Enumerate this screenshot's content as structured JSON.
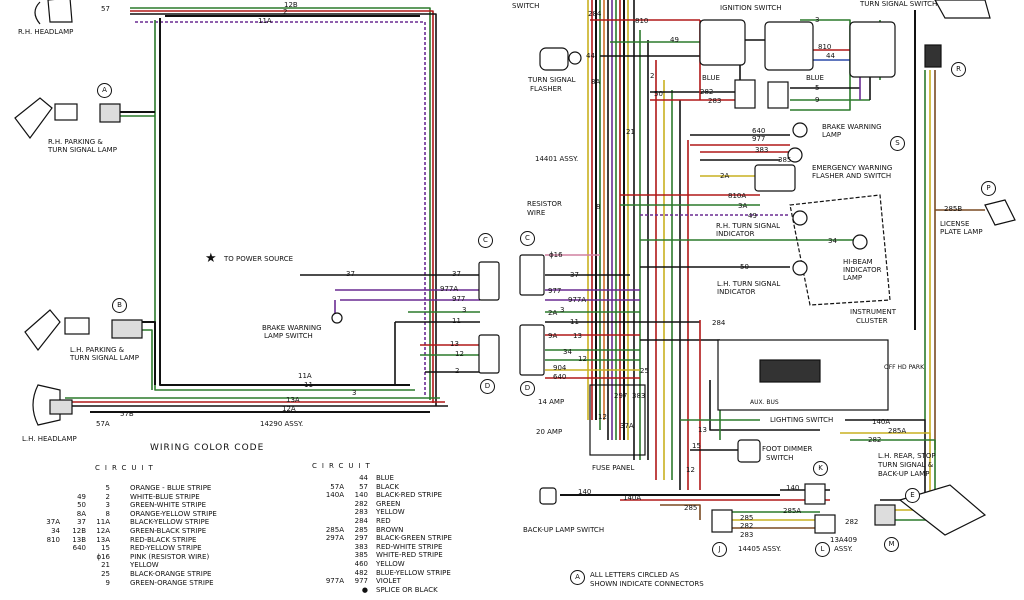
{
  "labels": {
    "rh_headlamp": "R.H. HEADLAMP",
    "rh_parking_1": "R.H. PARKING &",
    "rh_parking_2": "TURN SIGNAL LAMP",
    "to_power_source": "TO POWER SOURCE",
    "brake_warning_switch_1": "BRAKE WARNING",
    "brake_warning_switch_2": "LAMP SWITCH",
    "lh_parking_1": "L.H. PARKING &",
    "lh_parking_2": "TURN SIGNAL LAMP",
    "lh_headlamp": "L.H. HEADLAMP",
    "assy_14290": "14290 ASSY.",
    "switch_top": "SWITCH",
    "turn_signal_flasher_1": "TURN SIGNAL",
    "turn_signal_flasher_2": "FLASHER",
    "ignition_switch": "IGNITION SWITCH",
    "turn_signal_switch": "TURN SIGNAL SWITCH",
    "blue_1": "BLUE",
    "blue_2": "BLUE",
    "assy_14401": "14401 ASSY.",
    "resistor_wire_1": "RESISTOR",
    "resistor_wire_2": "WIRE",
    "brake_warning_lamp_1": "BRAKE WARNING",
    "brake_warning_lamp_2": "LAMP",
    "emergency_1": "EMERGENCY WARNING",
    "emergency_2": "FLASHER AND SWITCH",
    "rh_turn_ind_1": "R.H. TURN SIGNAL",
    "rh_turn_ind_2": "INDICATOR",
    "hibeam_1": "HI-BEAM",
    "hibeam_2": "INDICATOR",
    "hibeam_3": "LAMP",
    "lh_turn_ind_1": "L.H. TURN SIGNAL",
    "lh_turn_ind_2": "INDICATOR",
    "instrument_1": "INSTRUMENT",
    "instrument_2": "CLUSTER",
    "license_1": "LICENSE",
    "license_2": "PLATE LAMP",
    "lighting_switch": "LIGHTING SWITCH",
    "aux_bus": "AUX. BUS",
    "off_hd_park": "OFF HD PARK",
    "amp14": "14 AMP",
    "amp20": "20 AMP",
    "fuse_panel": "FUSE PANEL",
    "foot_dimmer_1": "FOOT DIMMER",
    "foot_dimmer_2": "SWITCH",
    "lh_rear_1": "L.H. REAR, STOP",
    "lh_rear_2": "TURN SIGNAL &",
    "lh_rear_3": "BACK-UP LAMP",
    "backup_switch": "BACK-UP LAMP SWITCH",
    "assy_14405": "14405 ASSY.",
    "assy_13a409_1": "13A409",
    "assy_13a409_2": "ASSY.",
    "wiring_color_code": "WIRING COLOR CODE",
    "circuit_left": "CIRCUIT",
    "circuit_right": "CIRCUIT",
    "note_1": "ALL LETTERS CIRCLED AS",
    "note_2": "SHOWN INDICATE CONNECTORS",
    "note_letter": "A"
  },
  "connectors": [
    "A",
    "B",
    "C",
    "C",
    "D",
    "D",
    "E",
    "J",
    "K",
    "L",
    "M",
    "P",
    "R",
    "S"
  ],
  "wire_numbers": {
    "w12b_top": "12B",
    "w57_top": "57",
    "w2_top": "2",
    "w11a_top": "11A",
    "w37": "37",
    "w37b": "37",
    "w977a": "977A",
    "w977": "977",
    "w3": "3",
    "w11": "11",
    "w13": "13",
    "w12": "12",
    "w2b": "2",
    "w11a_b": "11A",
    "w11_b": "11",
    "w3_b": "3",
    "w13a": "13A",
    "w12a": "12A",
    "w57a": "57A",
    "w57b": "57B",
    "w284": "284",
    "w810": "810",
    "w44": "44",
    "w8a": "8A",
    "w49": "49",
    "w2c": "2",
    "w50": "50",
    "w282": "282",
    "w283": "283",
    "w21": "21",
    "w8": "8",
    "w3r": "3",
    "w810r": "810",
    "w44r": "44",
    "w5": "5",
    "w9": "9",
    "w640": "640",
    "w977r": "977",
    "w383": "383",
    "w385": "385",
    "w2a": "2A",
    "w810a": "810A",
    "w3a": "3A",
    "w49r": "49",
    "w34": "34",
    "w50r": "50",
    "w16": "ϕ16",
    "w37r": "37",
    "w977ar": "977A",
    "w977r2": "977",
    "w3m": "3",
    "w2am": "2A",
    "w11m": "11",
    "w284m": "284",
    "w13m": "13",
    "w9a": "9A",
    "w34m": "34",
    "w12m": "12",
    "w904": "904",
    "w640m": "640",
    "w297": "297",
    "w383m": "383",
    "w25": "25",
    "w37a_m": "37A",
    "w12fuse": "12",
    "w13b": "13",
    "w15": "15",
    "w12c": "12",
    "w140": "140",
    "w140a": "140A",
    "w285": "285",
    "w285a": "285A",
    "w282b": "282",
    "w285b": "285",
    "w282c": "282",
    "w140ar": "140A",
    "w285ar": "285A",
    "w282r": "282",
    "w285br": "285B",
    "w283b": "283",
    "w140k": "140",
    "w2d": "2",
    "w16b": "16"
  },
  "color_code_left": [
    {
      "c1": "",
      "c2": "",
      "c3": "5",
      "name": "ORANGE - BLUE STRIPE"
    },
    {
      "c1": "",
      "c2": "49",
      "c3": "2",
      "name": "WHITE-BLUE STRIPE"
    },
    {
      "c1": "",
      "c2": "50",
      "c3": "3",
      "name": "GREEN-WHITE STRIPE"
    },
    {
      "c1": "",
      "c2": "8A",
      "c3": "8",
      "name": "ORANGE-YELLOW STRIPE"
    },
    {
      "c1": "37A",
      "c2": "37",
      "c3": "11A",
      "name": "BLACK-YELLOW STRIPE"
    },
    {
      "c1": "34",
      "c2": "12B",
      "c3": "12A",
      "name": "GREEN-BLACK STRIPE"
    },
    {
      "c1": "810",
      "c2": "13B",
      "c3": "13A",
      "name": "RED-BLACK STRIPE"
    },
    {
      "c1": "",
      "c2": "640",
      "c3": "15",
      "name": "RED-YELLOW STRIPE"
    },
    {
      "c1": "",
      "c2": "",
      "c3": "ϕ16",
      "name": "PINK (RESISTOR WIRE)"
    },
    {
      "c1": "",
      "c2": "",
      "c3": "21",
      "name": "YELLOW"
    },
    {
      "c1": "",
      "c2": "",
      "c3": "25",
      "name": "BLACK-ORANGE STRIPE"
    },
    {
      "c1": "",
      "c2": "",
      "c3": "9",
      "name": "GREEN-ORANGE STRIPE"
    }
  ],
  "color_code_right": [
    {
      "c1": "",
      "c2": "44",
      "name": "BLUE"
    },
    {
      "c1": "57A",
      "c2": "57",
      "name": "BLACK"
    },
    {
      "c1": "140A",
      "c2": "140",
      "name": "BLACK-RED STRIPE"
    },
    {
      "c1": "",
      "c2": "282",
      "name": "GREEN"
    },
    {
      "c1": "",
      "c2": "283",
      "name": "YELLOW"
    },
    {
      "c1": "",
      "c2": "284",
      "name": "RED"
    },
    {
      "c1": "285A",
      "c2": "285",
      "name": "BROWN"
    },
    {
      "c1": "297A",
      "c2": "297",
      "name": "BLACK-GREEN STRIPE"
    },
    {
      "c1": "",
      "c2": "383",
      "name": "RED-WHITE STRIPE"
    },
    {
      "c1": "",
      "c2": "385",
      "name": "WHITE-RED STRIPE"
    },
    {
      "c1": "",
      "c2": "460",
      "name": "YELLOW"
    },
    {
      "c1": "",
      "c2": "482",
      "name": "BLUE-YELLOW STRIPE"
    },
    {
      "c1": "977A",
      "c2": "977",
      "name": "VIOLET"
    },
    {
      "c1": "",
      "c2": "●",
      "name": "SPLICE OR BLACK"
    }
  ],
  "colors": {
    "black": "#111111",
    "red": "#b01818",
    "green": "#2c7a2c",
    "violet": "#6a2c92",
    "orange": "#d0722a",
    "yellow": "#c9b020",
    "blue": "#2c4aa8",
    "brown": "#7a4a22",
    "pink": "#d080a0",
    "gray": "#666666"
  },
  "icons": [
    "headlamp-icon",
    "parking-lamp-icon",
    "star-icon",
    "flasher-icon",
    "bulb-icon",
    "switch-icon"
  ]
}
